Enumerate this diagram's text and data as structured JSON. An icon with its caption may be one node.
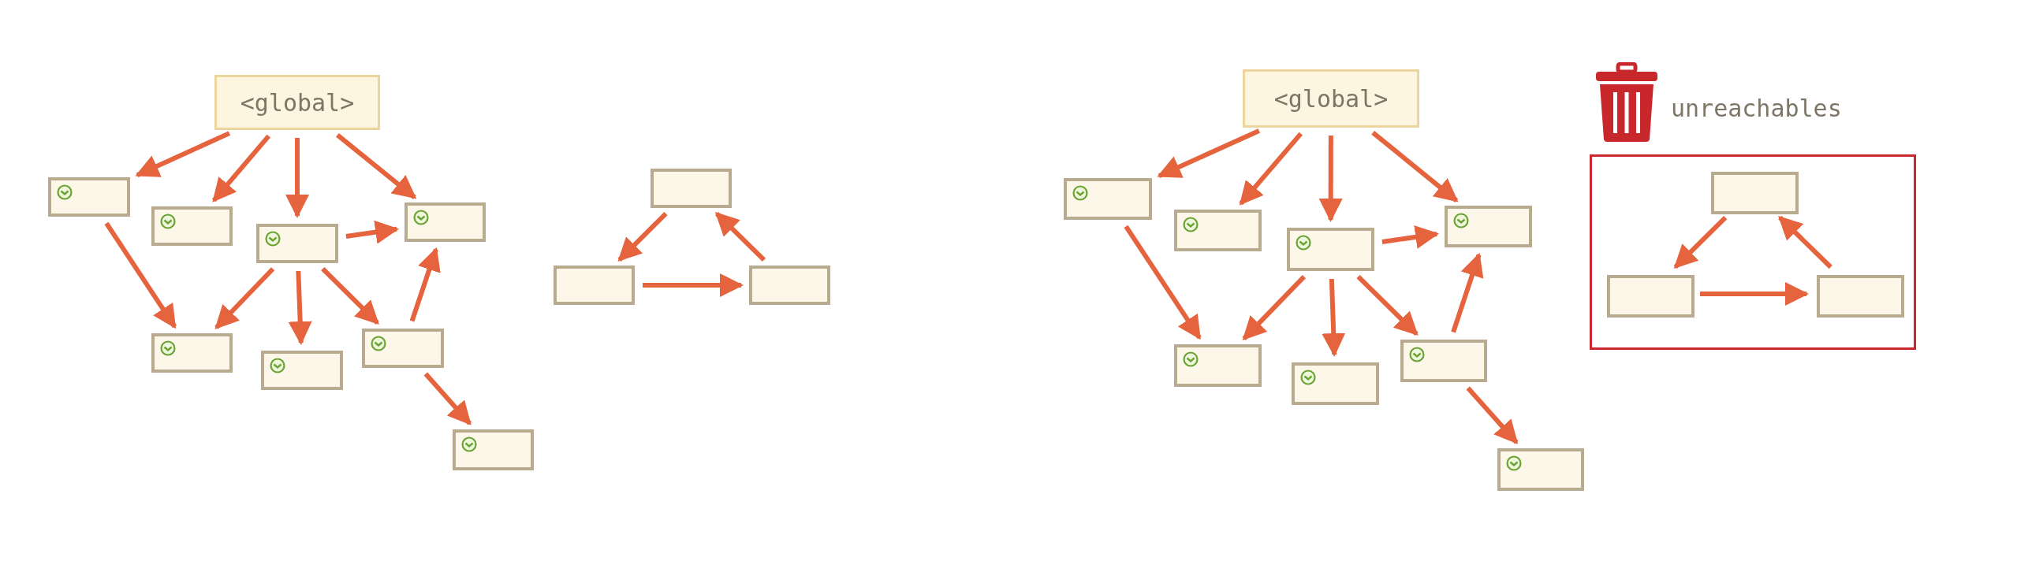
{
  "diagram": {
    "nodes": [
      {
        "text": [
          "<global>"
        ]
      },
      {
        "text": [],
        "shape": "box"
      },
      {
        "text": [],
        "shape": "box"
      },
      {
        "text": [],
        "shape": "box"
      },
      {
        "text": [],
        "shape": "box"
      },
      {
        "text": [],
        "shape": "box"
      },
      {
        "text": [],
        "shape": "box"
      },
      {
        "text": [],
        "shape": "box"
      },
      {
        "text": [],
        "shape": "box"
      },
      {
        "text": [],
        "shape": "box"
      },
      {
        "text": [],
        "shape": "box"
      },
      {
        "text": [],
        "shape": "box"
      },
      {
        "text": [
          "<global>"
        ]
      },
      {
        "text": [],
        "shape": "box"
      },
      {
        "text": [],
        "shape": "box"
      },
      {
        "text": [],
        "shape": "box"
      },
      {
        "text": [],
        "shape": "box"
      },
      {
        "text": [],
        "shape": "box"
      },
      {
        "text": [],
        "shape": "box"
      },
      {
        "text": [],
        "shape": "box"
      },
      {
        "text": [],
        "shape": "box"
      },
      {
        "text": [
          "unreachables"
        ]
      },
      {
        "text": [],
        "shape": "box",
        "in": 21
      },
      {
        "text": [],
        "shape": "box",
        "in": 21
      },
      {
        "text": [],
        "shape": "box",
        "in": 21
      }
    ],
    "edges": [
      {
        "from": 0,
        "to": 1,
        "arrow": "to"
      },
      {
        "from": 0,
        "to": 2,
        "arrow": "to"
      },
      {
        "from": 0,
        "to": 3,
        "arrow": "to"
      },
      {
        "from": 0,
        "to": 4,
        "arrow": "to"
      },
      {
        "from": 1,
        "to": 5,
        "arrow": "to"
      },
      {
        "from": 3,
        "to": 4,
        "arrow": "to"
      },
      {
        "from": 3,
        "to": 5,
        "arrow": "to"
      },
      {
        "from": 3,
        "to": 6,
        "arrow": "to"
      },
      {
        "from": 3,
        "to": 7,
        "arrow": "to"
      },
      {
        "from": 7,
        "to": 4,
        "arrow": "to"
      },
      {
        "from": 7,
        "to": 8,
        "arrow": "to"
      },
      {
        "from": 9,
        "to": 10,
        "arrow": "to"
      },
      {
        "from": 10,
        "to": 11,
        "arrow": "to"
      },
      {
        "from": 11,
        "to": 9,
        "arrow": "to"
      },
      {
        "from": 12,
        "to": 13,
        "arrow": "to"
      },
      {
        "from": 12,
        "to": 14,
        "arrow": "to"
      },
      {
        "from": 12,
        "to": 15,
        "arrow": "to"
      },
      {
        "from": 12,
        "to": 16,
        "arrow": "to"
      },
      {
        "from": 13,
        "to": 17,
        "arrow": "to"
      },
      {
        "from": 15,
        "to": 16,
        "arrow": "to"
      },
      {
        "from": 15,
        "to": 17,
        "arrow": "to"
      },
      {
        "from": 15,
        "to": 18,
        "arrow": "to"
      },
      {
        "from": 15,
        "to": 19,
        "arrow": "to"
      },
      {
        "from": 19,
        "to": 16,
        "arrow": "to"
      },
      {
        "from": 19,
        "to": 20,
        "arrow": "to"
      },
      {
        "from": 22,
        "to": 23,
        "arrow": "to"
      },
      {
        "from": 23,
        "to": 24,
        "arrow": "to"
      },
      {
        "from": 24,
        "to": 22,
        "arrow": "to"
      }
    ]
  }
}
